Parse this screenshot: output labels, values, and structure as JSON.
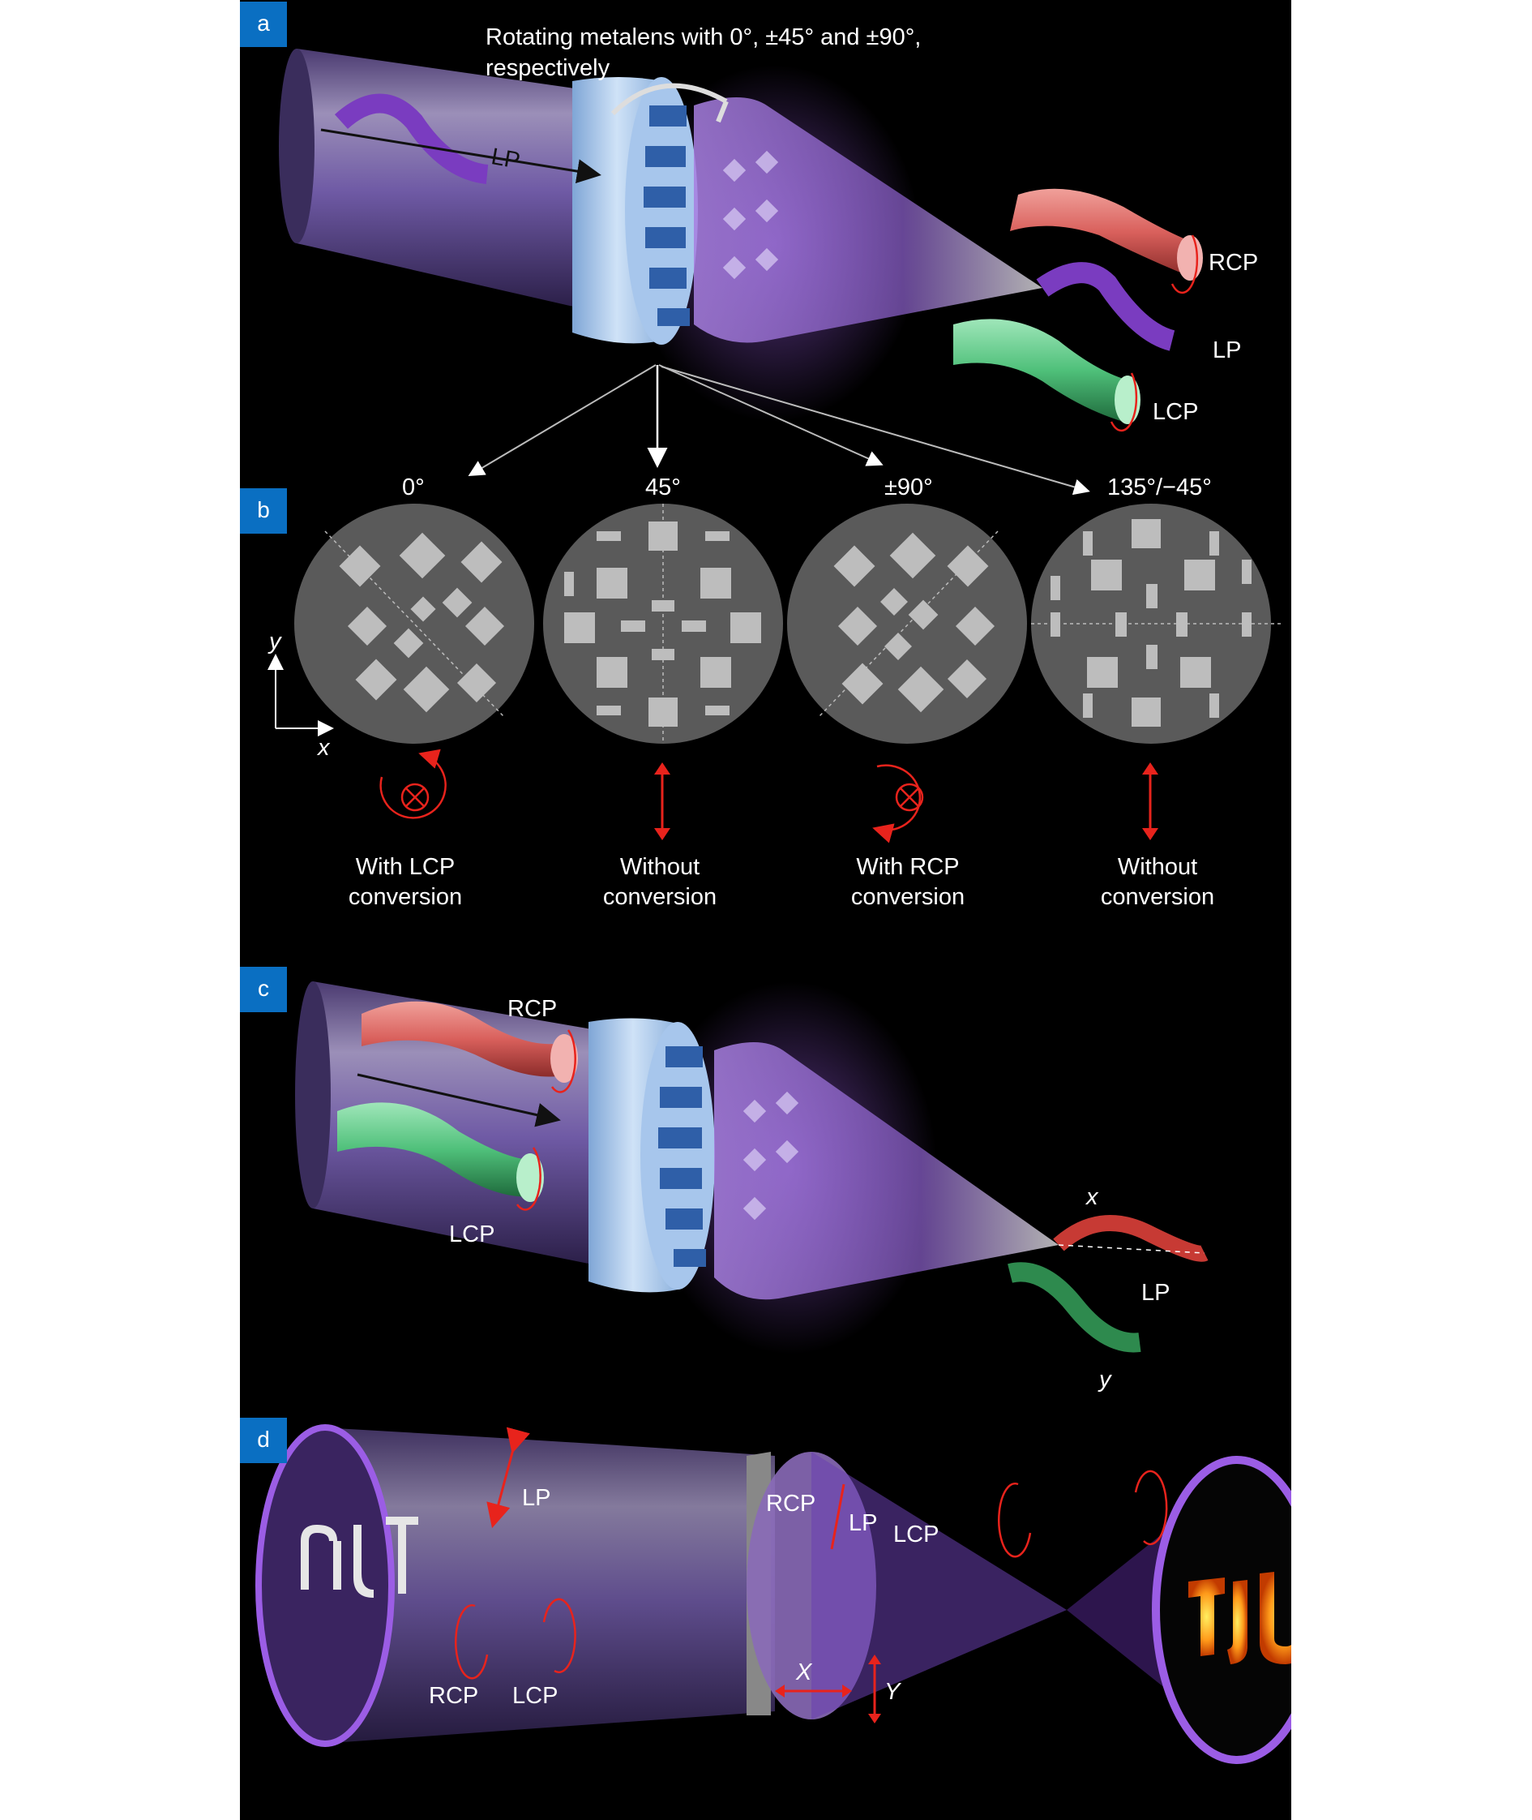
{
  "panel_a": {
    "badge": "a",
    "rotation_line1": "Rotating metalens with 0°, ±45° and ±90°,",
    "rotation_line2": "respectively",
    "beam_in": "LP",
    "out_top": "RCP",
    "out_mid": "LP",
    "out_bottom": "LCP"
  },
  "panel_b": {
    "badge": "b",
    "angles": [
      "0°",
      "45°",
      "±90°",
      "135°/−45°"
    ],
    "axis_y": "y",
    "axis_x": "x",
    "captions": [
      {
        "line1": "With LCP",
        "line2": "conversion"
      },
      {
        "line1": "Without",
        "line2": "conversion"
      },
      {
        "line1": "With RCP",
        "line2": "conversion"
      },
      {
        "line1": "Without",
        "line2": "conversion"
      }
    ]
  },
  "panel_c": {
    "badge": "c",
    "in_top": "RCP",
    "in_bottom": "LCP",
    "out_x": "x",
    "out_lp": "LP",
    "out_y": "y"
  },
  "panel_d": {
    "badge": "d",
    "lp_left": "LP",
    "rcp_bottom": "RCP",
    "lcp_bottom": "LCP",
    "rcp_top": "RCP",
    "lp_top": "LP",
    "lcp_top": "LCP",
    "axis_X": "X",
    "axis_Y": "Y",
    "image_text": "TJU"
  },
  "colors": {
    "badge": "#0a6fc2",
    "purple": "#7a3cc0",
    "red_arrow": "#e8231c",
    "rcp_tube": "#d9605c",
    "lcp_tube": "#4fc07a",
    "disk_gray": "#5a5a5a",
    "element_gray": "#bdbdbd"
  }
}
